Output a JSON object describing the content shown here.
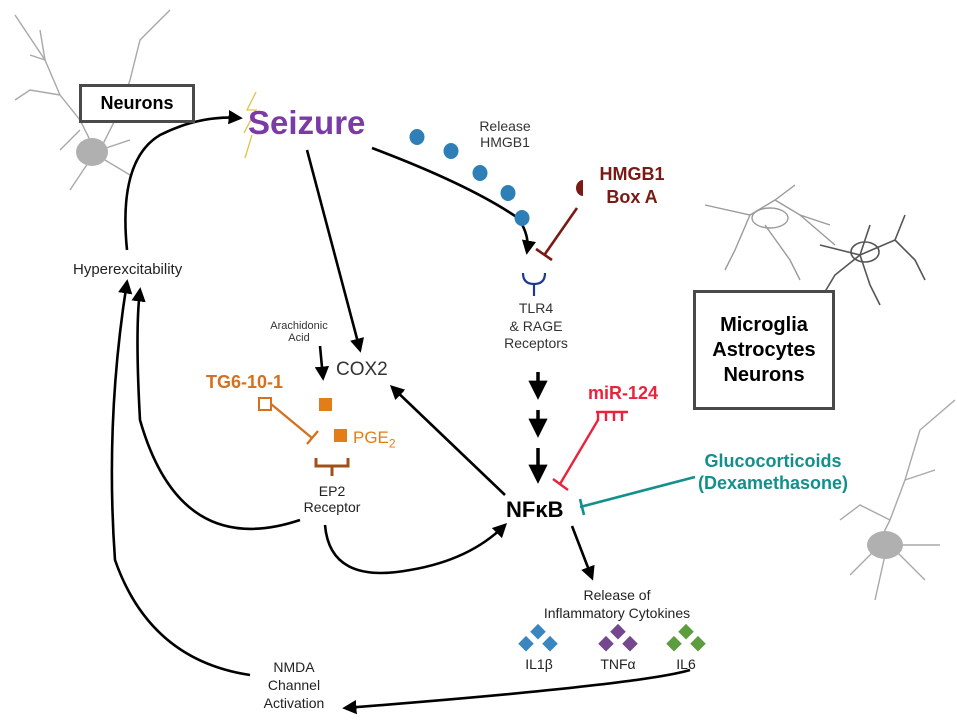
{
  "colors": {
    "arrow": "#000000",
    "seizure": "#7b3aa6",
    "hmgb1_dots": "#2e7fb8",
    "box_a": "#7a1a14",
    "tg6": "#d4701e",
    "pge2": "#e27d18",
    "mir124": "#e8233b",
    "glucocorticoids": "#12908c",
    "receptor": "#1e3a8f",
    "il1b": "#3a86c0",
    "tnfa": "#74478e",
    "il6": "#5e9d3f",
    "cell_outline": "#9a9a9a",
    "neuron_fill": "#b0b0b0"
  },
  "boxes": {
    "neurons": "Neurons",
    "glia_lines": [
      "Microglia",
      "Astrocytes",
      "Neurons"
    ]
  },
  "nodes": {
    "seizure": "Seizure",
    "release_hmgb1": [
      "Release",
      "HMGB1"
    ],
    "hmgb1_box_a": [
      "HMGB1",
      "Box A"
    ],
    "hyperexcitability": "Hyperexcitability",
    "arachidonic_acid": [
      "Arachidonic",
      "Acid"
    ],
    "cox2": "COX2",
    "tg6": "TG6-10-1",
    "pge2_main": "PGE",
    "pge2_sub": "2",
    "ep2_receptor": [
      "EP2",
      "Receptor"
    ],
    "tlr4_rage": [
      "TLR4",
      "& RAGE",
      "Receptors"
    ],
    "mir124": "miR-124",
    "nfkb": "NFκB",
    "glucocorticoids": [
      "Glucocorticoids",
      "(Dexamethasone)"
    ],
    "release_cytokines": [
      "Release of",
      "Inflammatory Cytokines"
    ],
    "cytokines": [
      "IL1β",
      "TNFα",
      "IL6"
    ],
    "nmda": [
      "NMDA",
      "Channel",
      "Activation"
    ]
  }
}
